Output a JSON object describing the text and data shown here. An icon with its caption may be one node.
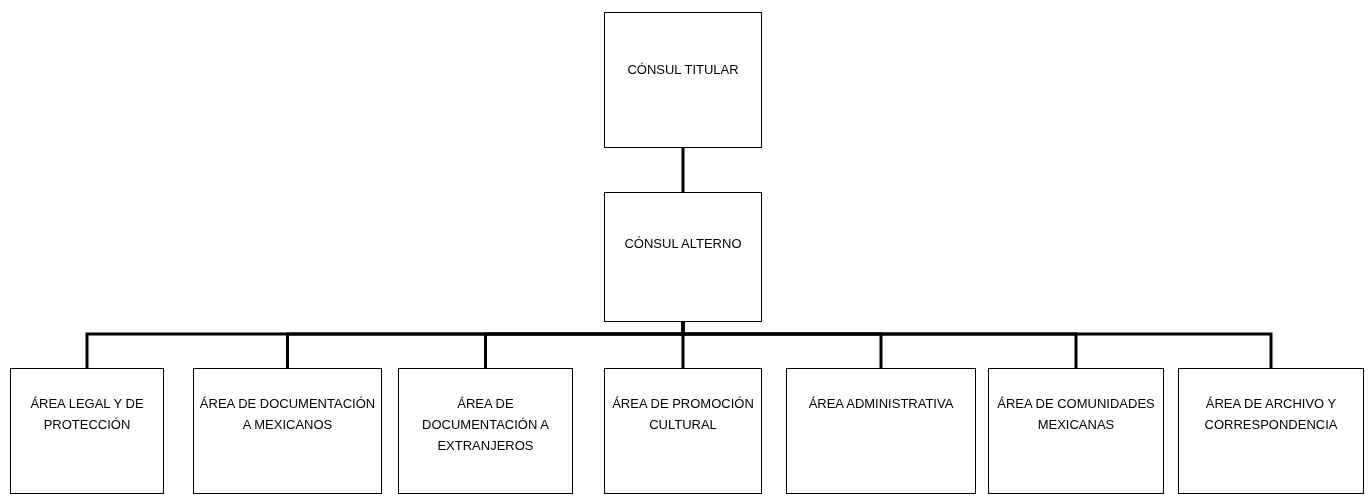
{
  "diagram": {
    "nodes": [
      {
        "text": [
          "CÓNSUL TITULAR"
        ]
      },
      {
        "text": [
          "CÓNSUL ALTERNO"
        ]
      },
      {
        "text": [
          "ÁREA LEGAL Y DE PROTECCIÓN"
        ]
      },
      {
        "text": [
          "ÁREA DE DOCUMENTACIÓN A MEXICANOS"
        ]
      },
      {
        "text": [
          "ÁREA DE DOCUMENTACIÓN A EXTRANJEROS"
        ]
      },
      {
        "text": [
          "ÁREA DE PROMOCIÓN CULTURAL"
        ]
      },
      {
        "text": [
          "ÁREA ADMINISTRATIVA"
        ]
      },
      {
        "text": [
          "ÁREA DE COMUNIDADES MEXICANAS"
        ]
      },
      {
        "text": [
          "ÁREA DE ARCHIVO Y CORRESPONDENCIA"
        ]
      }
    ],
    "edges": [
      {
        "from": 0,
        "to": 1,
        "arrow": "none"
      },
      {
        "from": 1,
        "to": 2,
        "arrow": "none"
      },
      {
        "from": 1,
        "to": 3,
        "arrow": "none"
      },
      {
        "from": 1,
        "to": 4,
        "arrow": "none"
      },
      {
        "from": 1,
        "to": 5,
        "arrow": "none"
      },
      {
        "from": 1,
        "to": 6,
        "arrow": "none"
      },
      {
        "from": 1,
        "to": 7,
        "arrow": "none"
      },
      {
        "from": 1,
        "to": 8,
        "arrow": "none"
      }
    ]
  }
}
